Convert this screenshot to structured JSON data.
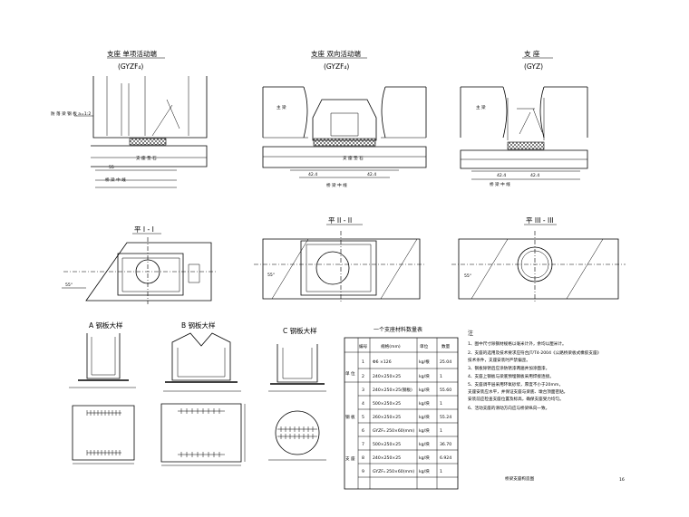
{
  "views": {
    "view1": {
      "title": "支座 单项活动端",
      "code": "(GYZF₄)"
    },
    "view2": {
      "title": "支座 双向活动端",
      "code": "(GYZF₄)"
    },
    "view3": {
      "title": "支 座",
      "code": "(GYZ)"
    },
    "plan1": {
      "title": "平 I - I"
    },
    "plan2": {
      "title": "平 II - II"
    },
    "plan3": {
      "title": "平 III - III"
    },
    "detailA": {
      "title": "A 钢板大样"
    },
    "detailB": {
      "title": "B 钢板大样"
    },
    "detailC": {
      "title": "C 钢板大样"
    }
  },
  "labels": {
    "slope": "55°",
    "dim424": "42.4"
  },
  "table": {
    "title": "一个支座材料数量表",
    "headers": [
      "编号",
      "规格(mm)",
      "单位",
      "数量"
    ],
    "rows": [
      [
        "1",
        "Φ6 ×126",
        "kg/根",
        "25.04"
      ],
      [
        "2",
        "240×250×25",
        "kg/块",
        "1"
      ],
      [
        "3",
        "240×250×25(钢板)",
        "kg/块",
        "55.60"
      ],
      [
        "4",
        "500×250×25",
        "kg/块",
        "1"
      ],
      [
        "5",
        "260×250×25",
        "kg/块",
        "55.24"
      ],
      [
        "6",
        "GYZF₄ 250×60(mm)",
        "kg/块",
        "1"
      ],
      [
        "7",
        "500×250×25",
        "kg/块",
        "36.70"
      ],
      [
        "8",
        "240×250×25",
        "kg/块",
        "6.924"
      ],
      [
        "9",
        "GYZF₄ 250×60(mm)",
        "kg/块",
        "1"
      ]
    ],
    "groups": [
      "单 位",
      "钢 板",
      "支 座"
    ]
  },
  "notes": {
    "heading": "注",
    "items": [
      "1、图中尺寸除钢材规格以毫米计外，余均以厘米计。",
      "2、支座的选用及技术要求应符合JT/T4-2004《公路桥梁板式橡胶支座》",
      "   技术条件，支座安装时严禁偏歪。",
      "3、钢板除锈后应涂防锈漆两遍并加涂面漆。",
      "4、支座上钢板与梁底预埋钢板采用焊接连接。",
      "5、支座调平层采用环氧砂浆，厚度不小于20mm，",
      "   支座安装应水平，并保证支座与梁底、墩台顶面密贴，",
      "   安装前应检查支座位置及标高，确保支座受力均匀。",
      "6、活动支座的滑动方向应与桥梁纵向一致。"
    ]
  },
  "footer": {
    "caption": "桥梁支座构造图",
    "page": "16"
  }
}
